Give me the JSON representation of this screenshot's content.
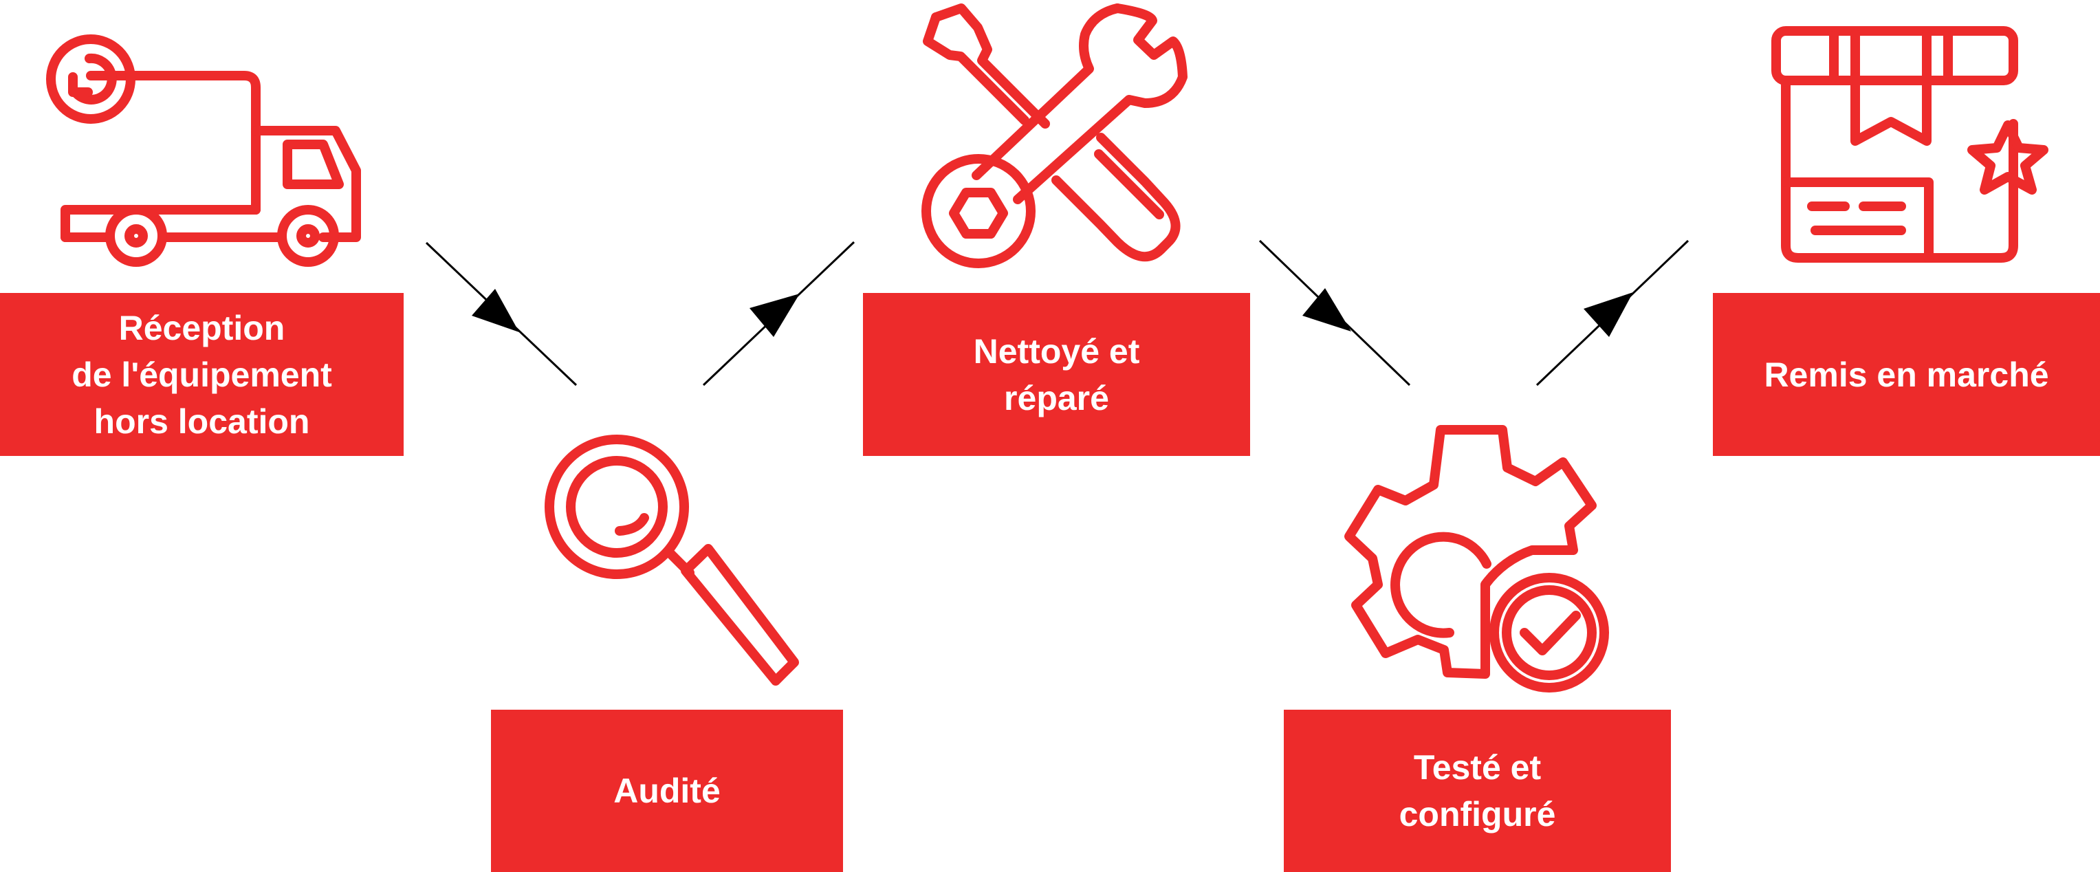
{
  "colors": {
    "accent": "#ed2b2b",
    "label_text": "#ffffff",
    "connector": "#000000",
    "background": "#ffffff"
  },
  "steps": [
    {
      "id": "reception",
      "icon": "delivery-truck-icon",
      "lines": [
        "Réception",
        "de l'équipement",
        "hors location"
      ]
    },
    {
      "id": "audit",
      "icon": "magnifying-glass-icon",
      "lines": [
        "Audité"
      ]
    },
    {
      "id": "repair",
      "icon": "wrench-screwdriver-icon",
      "lines": [
        "Nettoyé et",
        "réparé"
      ]
    },
    {
      "id": "test",
      "icon": "gear-checkmark-icon",
      "lines": [
        "Testé et",
        "configuré"
      ]
    },
    {
      "id": "market",
      "icon": "starred-package-icon",
      "lines": [
        "Remis en marché"
      ]
    }
  ]
}
